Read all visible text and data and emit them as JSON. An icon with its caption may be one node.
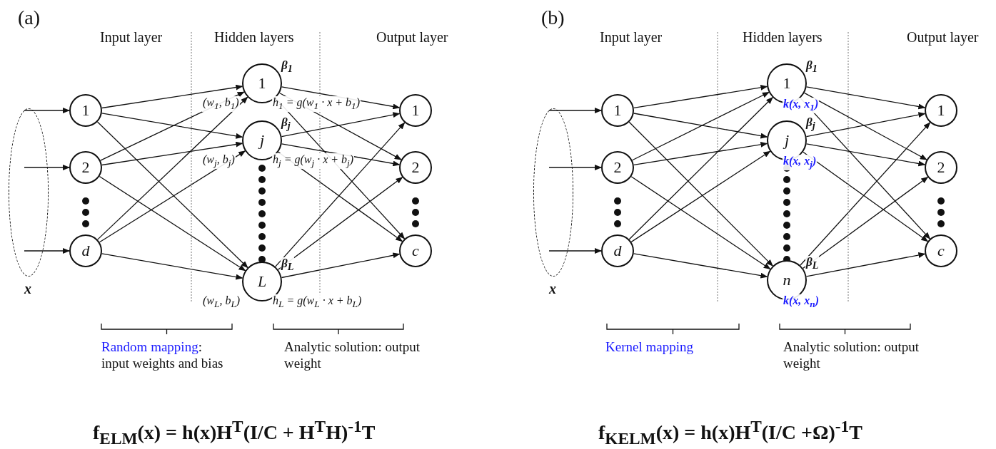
{
  "diagram": {
    "nodes": [
      {
        "text": [
          "x"
        ]
      },
      {
        "text": [
          "1"
        ]
      },
      {
        "text": [
          "2"
        ]
      },
      {
        "text": [
          "d"
        ]
      },
      {
        "text": [
          "1"
        ],
        "beside": [
          "β$_{1}$",
          "(w$_{1}$, b$_{1}$)",
          "h$_{1}$ = g(w$_{1}$ · x + b$_{1}$)"
        ]
      },
      {
        "text": [
          "j"
        ],
        "beside": [
          "β$_{j}$",
          "(w$_{j}$, b$_{j}$)",
          "h$_{j}$ = g(w$_{j}$ · x + b$_{j}$)"
        ]
      },
      {
        "text": [
          "L"
        ],
        "beside": [
          "β$_{L}$",
          "(w$_{L}$, b$_{L}$)",
          "h$_{L}$ = g(w$_{L}$ · x + b$_{L}$)"
        ]
      },
      {
        "text": [
          "1"
        ]
      },
      {
        "text": [
          "2"
        ]
      },
      {
        "text": [
          "c"
        ]
      },
      {
        "text": [
          "x"
        ]
      },
      {
        "text": [
          "1"
        ]
      },
      {
        "text": [
          "2"
        ]
      },
      {
        "text": [
          "d"
        ]
      },
      {
        "text": [
          "1"
        ],
        "beside": [
          "β$_{1}$",
          "k(x, x$_{1}$)"
        ]
      },
      {
        "text": [
          "j"
        ],
        "beside": [
          "β$_{j}$",
          "k(x, x$_{j}$)"
        ]
      },
      {
        "text": [
          "n"
        ],
        "beside": [
          "β$_{L}$",
          "k(x, x$_{n}$)"
        ]
      },
      {
        "text": [
          "1"
        ]
      },
      {
        "text": [
          "2"
        ]
      },
      {
        "text": [
          "c"
        ]
      }
    ],
    "edges": [
      {
        "from": 0,
        "to": 1,
        "arrow": "to"
      },
      {
        "from": 0,
        "to": 2,
        "arrow": "to"
      },
      {
        "from": 0,
        "to": 3,
        "arrow": "to"
      },
      {
        "from": 1,
        "to": 4,
        "arrow": "to"
      },
      {
        "from": 1,
        "to": 5,
        "arrow": "to"
      },
      {
        "from": 1,
        "to": 6,
        "arrow": "to"
      },
      {
        "from": 2,
        "to": 4,
        "arrow": "to"
      },
      {
        "from": 2,
        "to": 5,
        "arrow": "to"
      },
      {
        "from": 2,
        "to": 6,
        "arrow": "to"
      },
      {
        "from": 3,
        "to": 4,
        "arrow": "to"
      },
      {
        "from": 3,
        "to": 5,
        "arrow": "to"
      },
      {
        "from": 3,
        "to": 6,
        "arrow": "to"
      },
      {
        "from": 4,
        "to": 7,
        "arrow": "to"
      },
      {
        "from": 4,
        "to": 8,
        "arrow": "to"
      },
      {
        "from": 4,
        "to": 9,
        "arrow": "to"
      },
      {
        "from": 5,
        "to": 7,
        "arrow": "to"
      },
      {
        "from": 5,
        "to": 8,
        "arrow": "to"
      },
      {
        "from": 5,
        "to": 9,
        "arrow": "to"
      },
      {
        "from": 6,
        "to": 7,
        "arrow": "to"
      },
      {
        "from": 6,
        "to": 8,
        "arrow": "to"
      },
      {
        "from": 6,
        "to": 9,
        "arrow": "to"
      },
      {
        "from": 10,
        "to": 11,
        "arrow": "to"
      },
      {
        "from": 10,
        "to": 12,
        "arrow": "to"
      },
      {
        "from": 10,
        "to": 13,
        "arrow": "to"
      },
      {
        "from": 11,
        "to": 14,
        "arrow": "to"
      },
      {
        "from": 11,
        "to": 15,
        "arrow": "to"
      },
      {
        "from": 11,
        "to": 16,
        "arrow": "to"
      },
      {
        "from": 12,
        "to": 14,
        "arrow": "to"
      },
      {
        "from": 12,
        "to": 15,
        "arrow": "to"
      },
      {
        "from": 12,
        "to": 16,
        "arrow": "to"
      },
      {
        "from": 13,
        "to": 14,
        "arrow": "to"
      },
      {
        "from": 13,
        "to": 15,
        "arrow": "to"
      },
      {
        "from": 13,
        "to": 16,
        "arrow": "to"
      },
      {
        "from": 14,
        "to": 17,
        "arrow": "to"
      },
      {
        "from": 14,
        "to": 18,
        "arrow": "to"
      },
      {
        "from": 14,
        "to": 19,
        "arrow": "to"
      },
      {
        "from": 15,
        "to": 17,
        "arrow": "to"
      },
      {
        "from": 15,
        "to": 18,
        "arrow": "to"
      },
      {
        "from": 15,
        "to": 19,
        "arrow": "to"
      },
      {
        "from": 16,
        "to": 17,
        "arrow": "to"
      },
      {
        "from": 16,
        "to": 18,
        "arrow": "to"
      },
      {
        "from": 16,
        "to": 19,
        "arrow": "to"
      }
    ],
    "labels": [
      "(a)",
      "Input layer",
      "Hidden layers",
      "Output layer",
      "(b)",
      "Input layer",
      "Hidden layers",
      "Output layer",
      "Random mapping: input weights and bias",
      "Analytic solution: output weight",
      "Kernel mapping",
      "Analytic solution: output weight",
      "f$_{ELM}$(x) = h(x)H$^{T}$(I/C + H$^{T}$H)$^{-1}$T",
      "f$_{KELM}$(x) = h(x)H$^{T}$(I/C +Ω)$^{-1}$T"
    ]
  }
}
